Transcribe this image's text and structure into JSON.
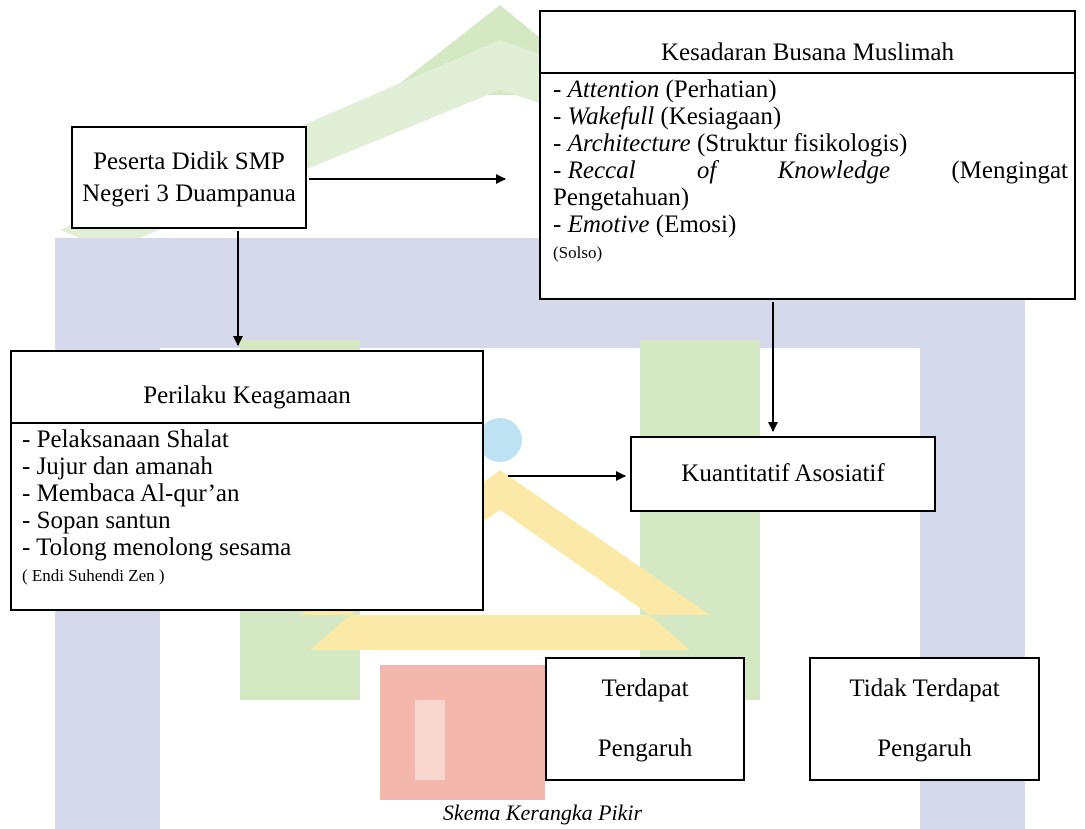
{
  "peserta": {
    "line1": "Peserta Didik SMP",
    "line2": "Negeri 3 Duampanua"
  },
  "kesadaran": {
    "title": "Kesadaran Busana Muslimah",
    "items": [
      {
        "dash": "- ",
        "term": "Attention",
        "rest": " (Perhatian)"
      },
      {
        "dash": "- ",
        "term": "Wakefull",
        "rest": " (Kesiagaan)"
      },
      {
        "dash": "- ",
        "term": "Architecture",
        "rest": " (Struktur fisikologis)"
      },
      {
        "dash": "-",
        "term": "Reccal",
        "w2": "of",
        "w3": "Knowledge",
        "w4": "(Mengingat",
        "cont": "Pengetahuan)"
      },
      {
        "dash": "- ",
        "term": "Emotive",
        "rest": " (Emosi)"
      }
    ],
    "source": "(Solso)"
  },
  "perilaku": {
    "title": "Perilaku Keagamaan",
    "items": [
      "- Pelaksanaan Shalat",
      "- Jujur dan amanah",
      "- Membaca Al-qur’an",
      "- Sopan santun",
      "- Tolong menolong sesama"
    ],
    "source": "( Endi Suhendi Zen )"
  },
  "kuantitatif": {
    "label": "Kuantitatif Asosiatif"
  },
  "terdapat": {
    "line1": "Terdapat",
    "line2": "Pengaruh"
  },
  "tidak": {
    "line1": "Tidak Terdapat",
    "line2": "Pengaruh"
  },
  "caption": "Skema Kerangka Pikir",
  "colors": {
    "watermark_green": "#d4e8c4",
    "watermark_blue": "#d6d9ec",
    "watermark_yellow": "#fbe9a8",
    "watermark_red": "#f3b7ad",
    "watermark_cyan": "#bfe3f2"
  }
}
